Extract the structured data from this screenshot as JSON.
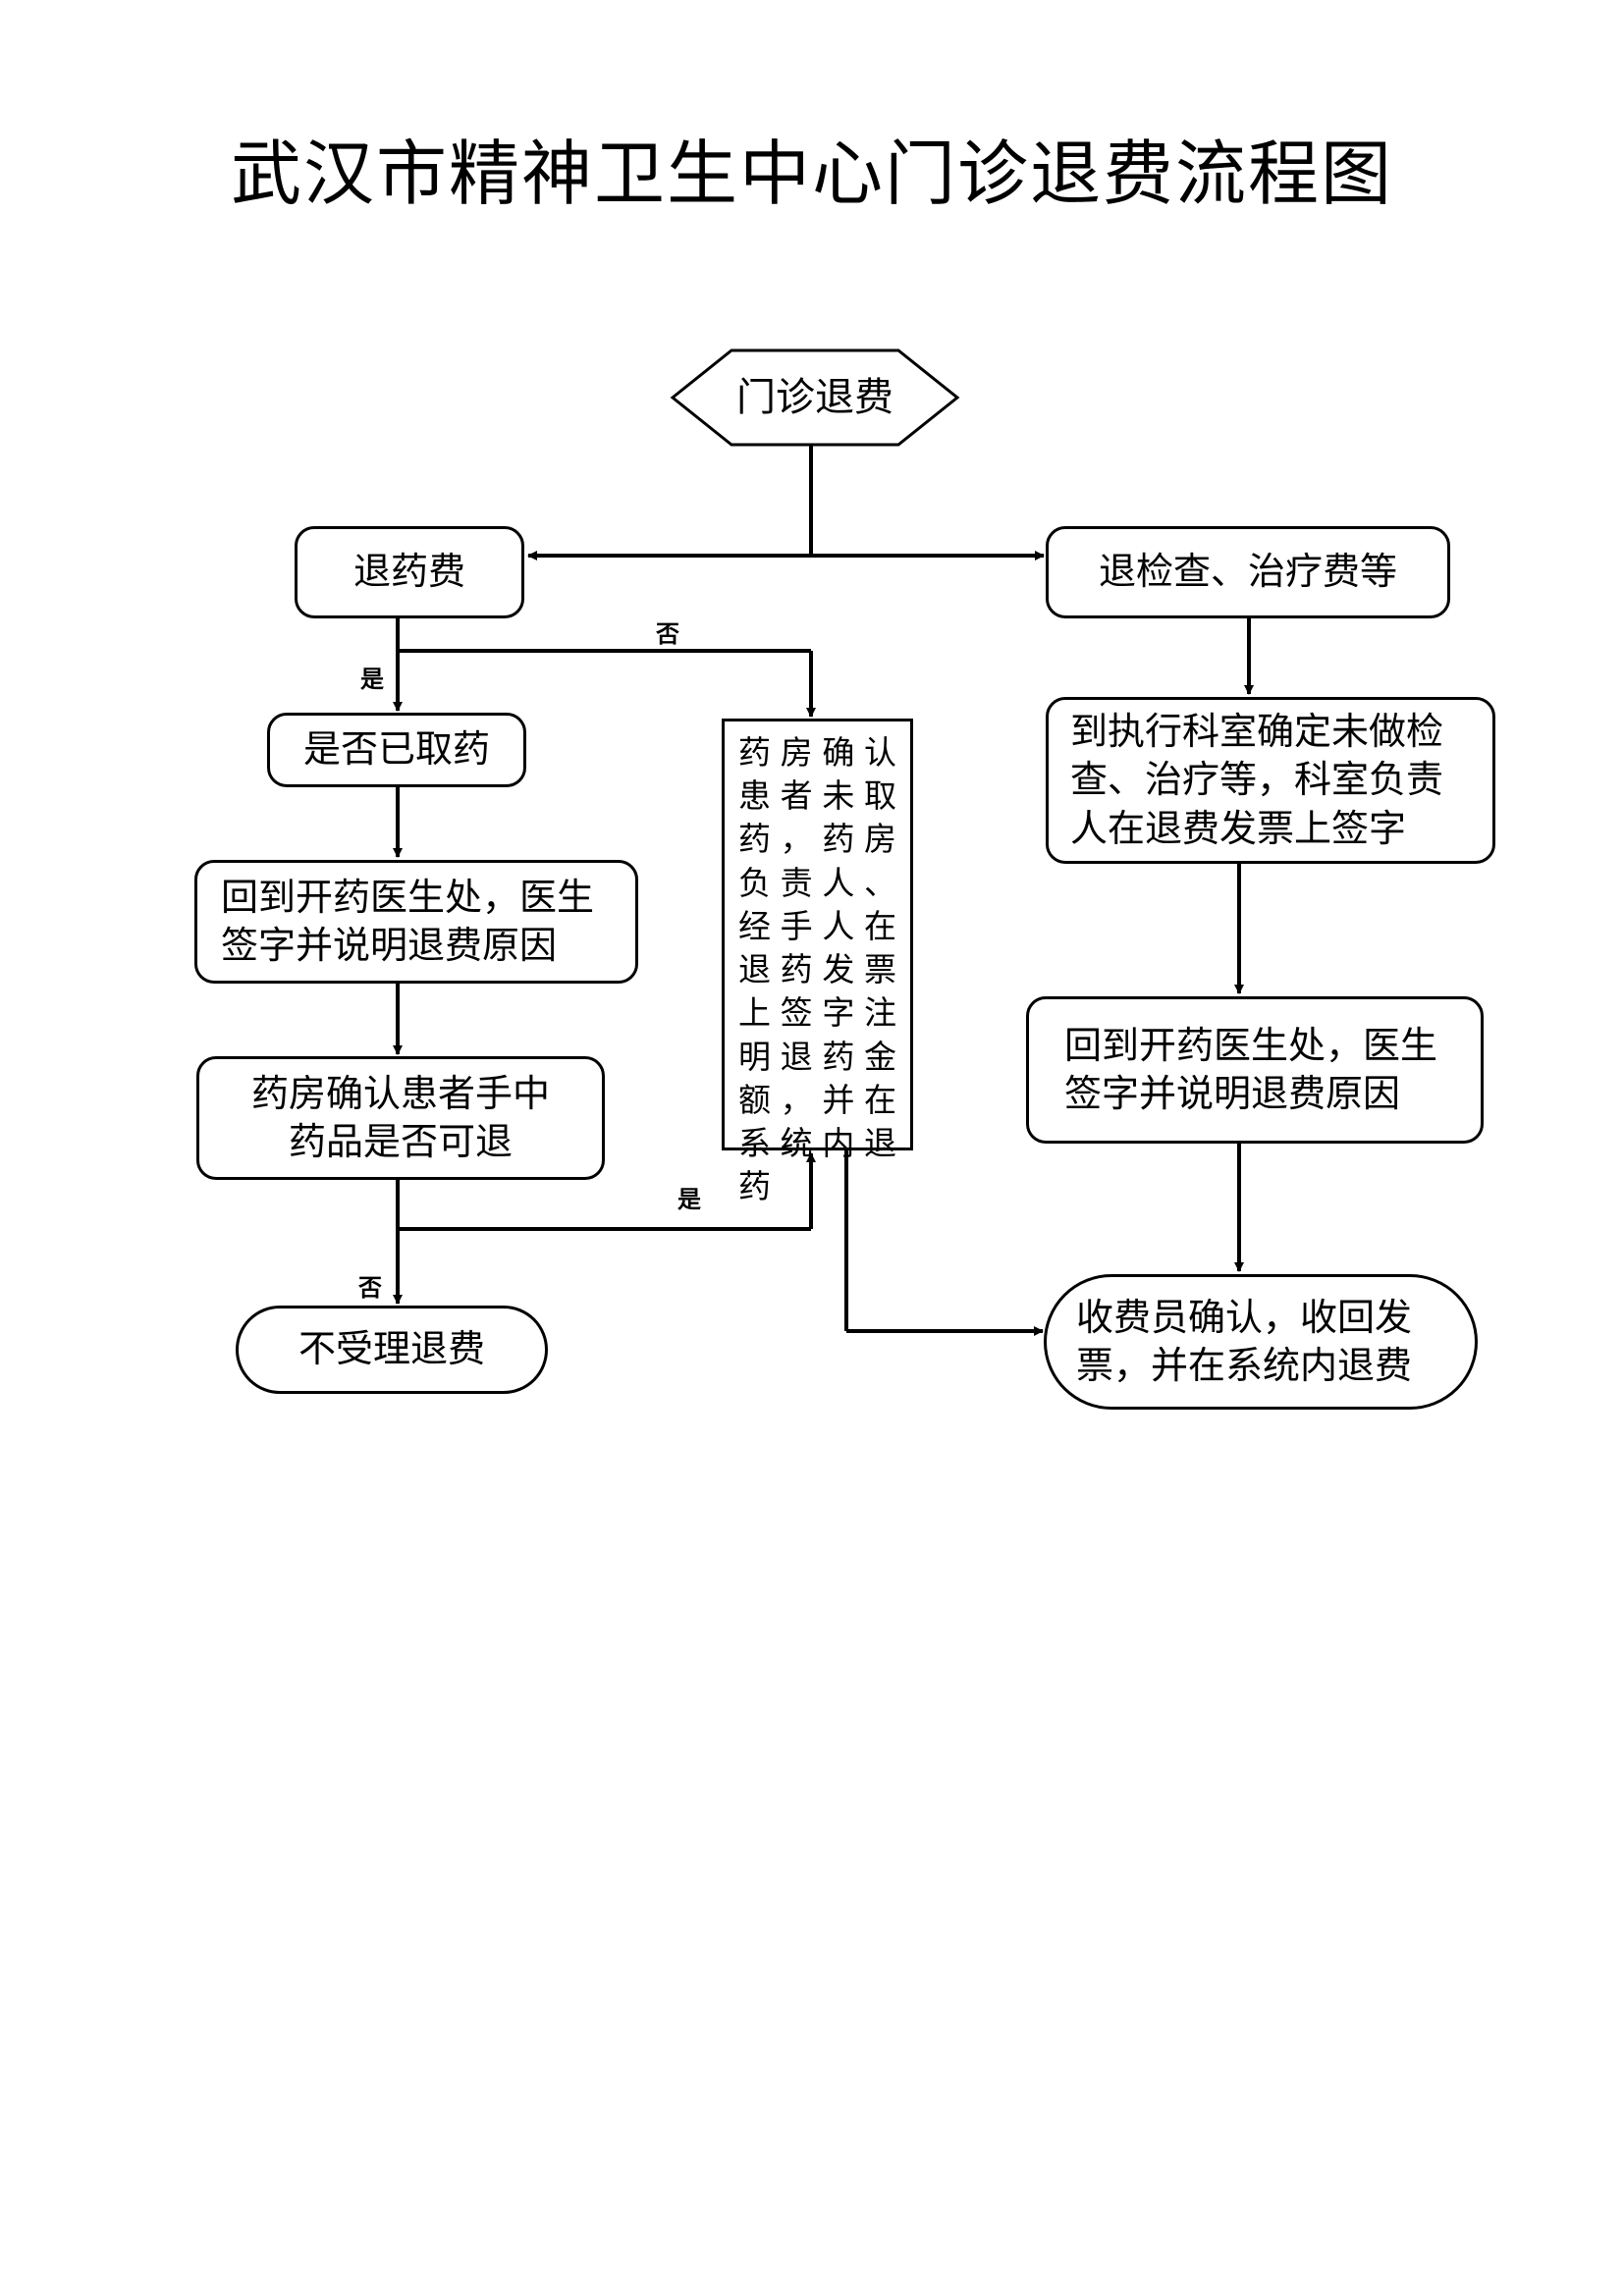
{
  "title": "武汉市精神卫生中心门诊退费流程图",
  "nodes": {
    "start": "门诊退费",
    "drug_refund": "退药费",
    "exam_refund": "退检查、治疗费等",
    "taken_question": "是否已取药",
    "doctor_sign_left": "回到开药医生处，医生签字并说明退费原因",
    "pharmacy_check": "药房确认患者手中药品是否可退",
    "not_accept": "不受理退费",
    "pharmacy_confirm": "药房确认患者未取药，药房负责人、经手人在退药发票上签字注明退药金额，并在系统内退药",
    "dept_confirm": "到执行科室确定未做检查、治疗等，科室负责人在退费发票上签字",
    "doctor_sign_right": "回到开药医生处，医生签字并说明退费原因",
    "cashier": "收费员确认，收回发票，并在系统内退费"
  },
  "edge_labels": {
    "no_top": "否",
    "yes_taken": "是",
    "yes_returnable": "是",
    "no_bottom": "否"
  }
}
